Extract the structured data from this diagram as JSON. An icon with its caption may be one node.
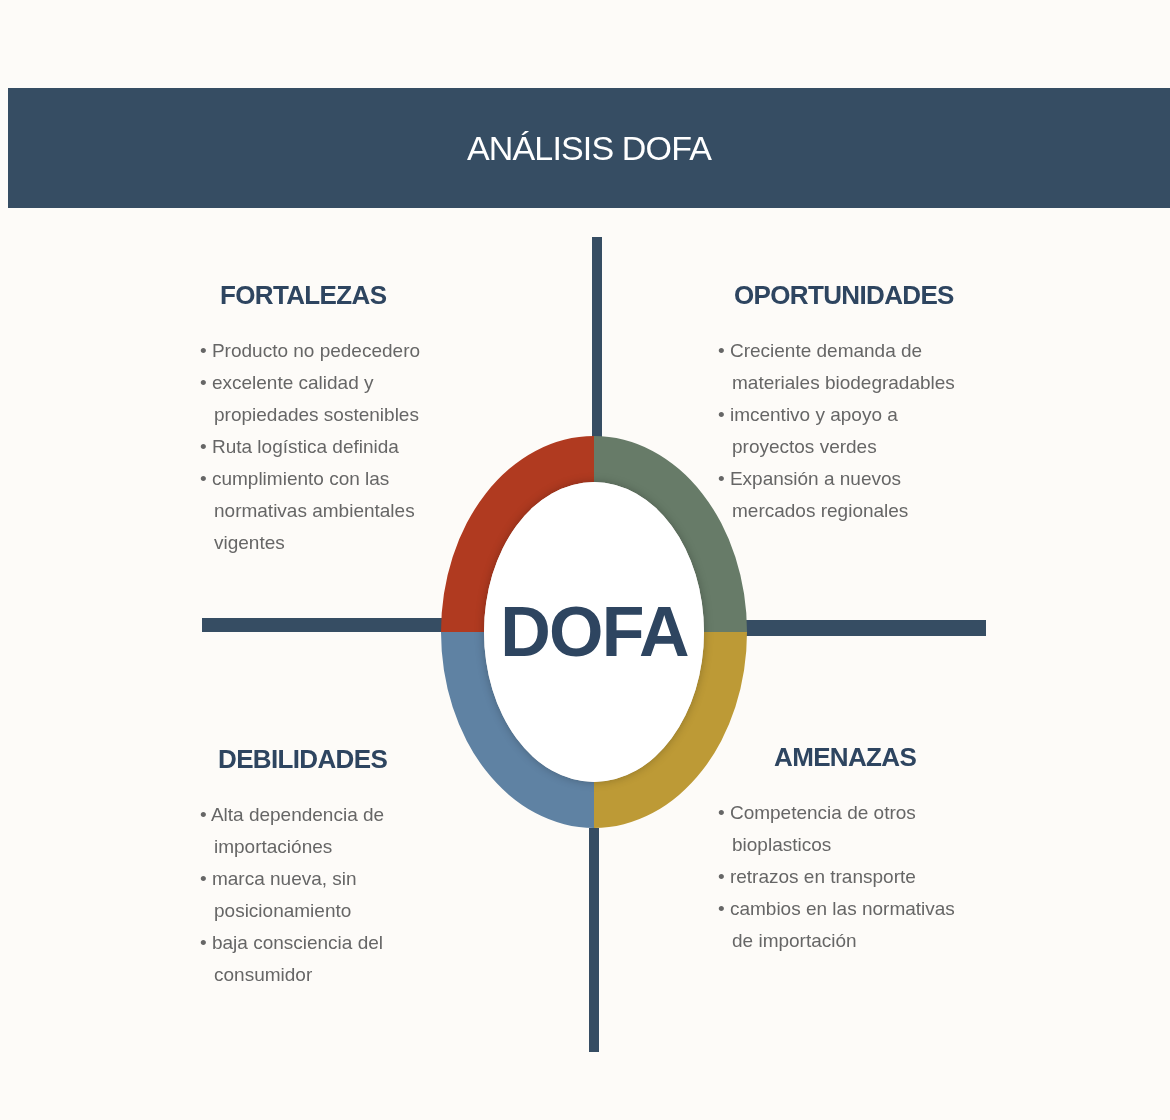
{
  "diagram": {
    "title": "ANÁLISIS DOFA",
    "nodes": [
      {
        "text": [
          "FORTALEZAS",
          "• Producto no pedecedero",
          "• excelente calidad y propiedades sostenibles",
          "• Ruta logística definida",
          "• cumplimiento con las normativas ambientales vigentes"
        ]
      },
      {
        "text": [
          "OPORTUNIDADES",
          "• Creciente demanda de materiales biodegradables",
          "• imcentivo y apoyo a proyectos verdes",
          "• Expansión a nuevos mercados regionales"
        ]
      },
      {
        "text": [
          "DEBILIDADES",
          "• Alta dependencia de importaciónes",
          "• marca nueva, sin posicionamiento",
          "• baja consciencia del consumidor"
        ]
      },
      {
        "text": [
          "AMENAZAS",
          "• Competencia de otros bioplasticos",
          "• retrazos en transporte",
          "• cambios en las normativas de importación"
        ]
      },
      {
        "text": [
          "DOFA"
        ]
      }
    ]
  }
}
